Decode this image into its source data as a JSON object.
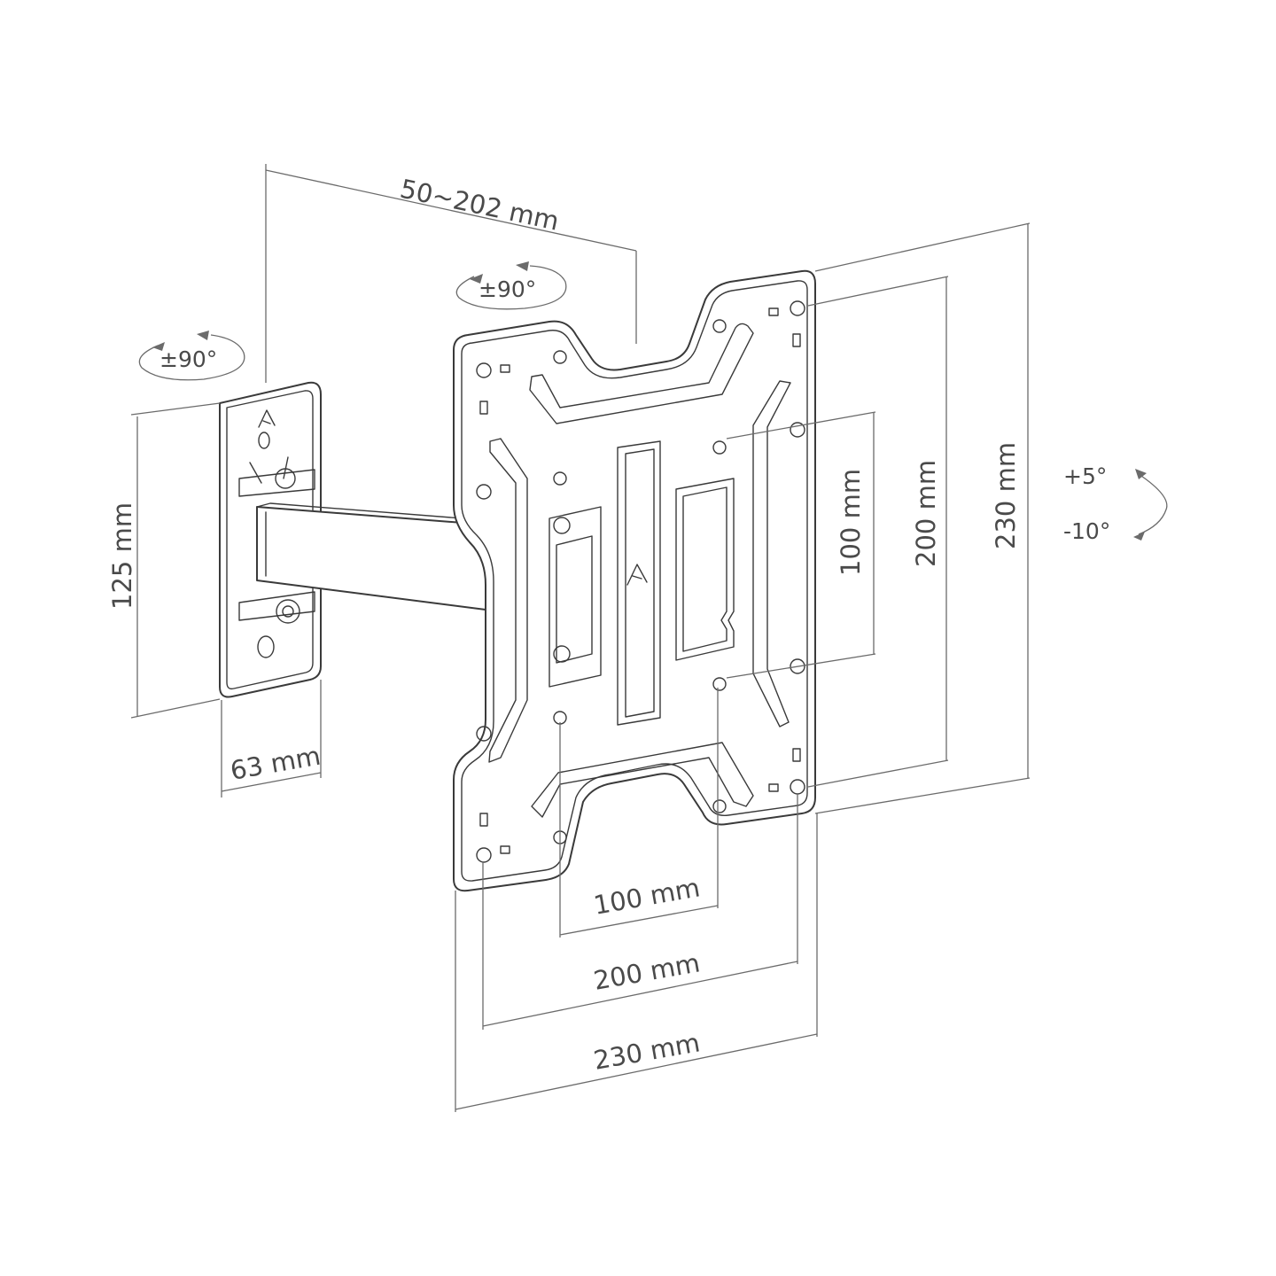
{
  "dimensions": {
    "arm_extension": "50~202 mm",
    "wall_plate_height": "125 mm",
    "wall_plate_width": "63 mm",
    "vesa_inner_h": "100 mm",
    "vesa_outer_h": "200 mm",
    "plate_h": "230 mm",
    "vesa_inner_w": "100 mm",
    "vesa_outer_w": "200 mm",
    "plate_w": "230 mm"
  },
  "rotations": {
    "wall_swivel": "±90°",
    "head_swivel": "±90°",
    "tilt_up": "+5°",
    "tilt_down": "-10°"
  },
  "colors": {
    "line": "#3a3a3a",
    "dimension": "#6b6b6b",
    "text": "#4a4a4a"
  }
}
